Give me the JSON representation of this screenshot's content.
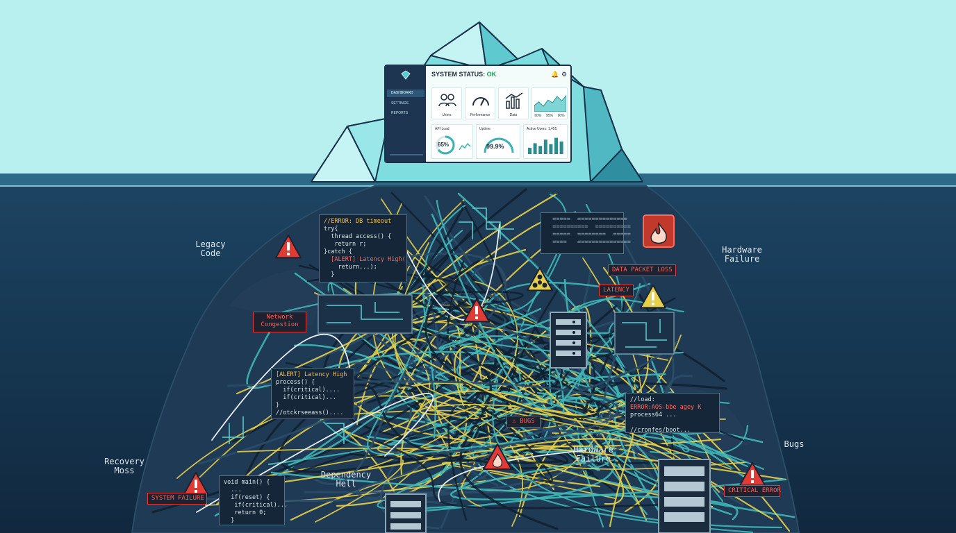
{
  "dashboard": {
    "title_prefix": "SYSTEM STATUS: ",
    "title_status": "OK",
    "nav": [
      "DASHBOARD",
      "SETTINGS",
      "REPORTS"
    ],
    "tiles": {
      "users": "Users",
      "performance": "Performance",
      "data": "Data",
      "chart_ticks": [
        "60%",
        "95%",
        "90%"
      ],
      "api_load_label": "API Load",
      "api_load_value": "65%",
      "uptime_label": "Uptime",
      "uptime_value": "99.9%",
      "active_users_label": "Active Users: 1,455"
    },
    "gauges": {
      "api_load_fraction": 0.65,
      "uptime_fraction": 0.999
    },
    "active_users_bars": [
      0.35,
      0.6,
      0.45,
      0.8,
      0.55,
      0.9,
      0.7
    ],
    "trend_points": [
      0.35,
      0.55,
      0.3,
      0.65,
      0.5,
      0.85,
      0.6,
      0.9
    ]
  },
  "code_panels": {
    "db_timeout": {
      "lines": [
        "//ERROR: DB timeout",
        "try{",
        "  thread access() {",
        "   return r;",
        "}catch {",
        "  [ALERT] Latency High(",
        "    return...);",
        "  }"
      ]
    },
    "latency": {
      "lines": [
        "[ALERT] Latency High",
        "process() {",
        "  if(critical)....",
        "  if(critical)...",
        "}",
        "//otckrseeass()...."
      ]
    },
    "process": {
      "lines": [
        "//load:",
        "ERROR:AOS-bbe agey K",
        "process64 ...",
        "",
        "//cronfes/boot..."
      ]
    },
    "main": {
      "lines": [
        "void main() {",
        "  ...",
        "  if(reset) {",
        "   if(critical)...",
        "   return 0;",
        "  }"
      ]
    }
  },
  "alert_tags": {
    "network": "Network\nCongestion",
    "packet_loss": "DATA PACKET LOSS",
    "latency": "LATENCY",
    "bugs": "BUGS",
    "system_failure": "SYSTEM FAILURE",
    "critical_error": "CRITICAL ERROR"
  },
  "labels": {
    "legacy": "Legacy\nCode",
    "hardware_top": "Hardware\nFailure",
    "hardware_bottom": "Hardware\nFailure",
    "dependency": "Dependency\nHell",
    "bugs": "Bugs",
    "recovery": "Recovery\nMoss"
  },
  "colors": {
    "sky": "#b8f0f0",
    "deep_water": "#132c45",
    "wire_yellow": "#e6cf4a",
    "wire_teal": "#3fb6b6",
    "wire_dark": "#0f2030",
    "alert_red": "#e23b35"
  },
  "icons": [
    "diamond-logo-icon",
    "bell-icon",
    "gear-icon",
    "users-icon",
    "speedometer-icon",
    "bar-chart-icon",
    "warning-icon",
    "radiation-icon",
    "fire-icon",
    "server-icon"
  ]
}
